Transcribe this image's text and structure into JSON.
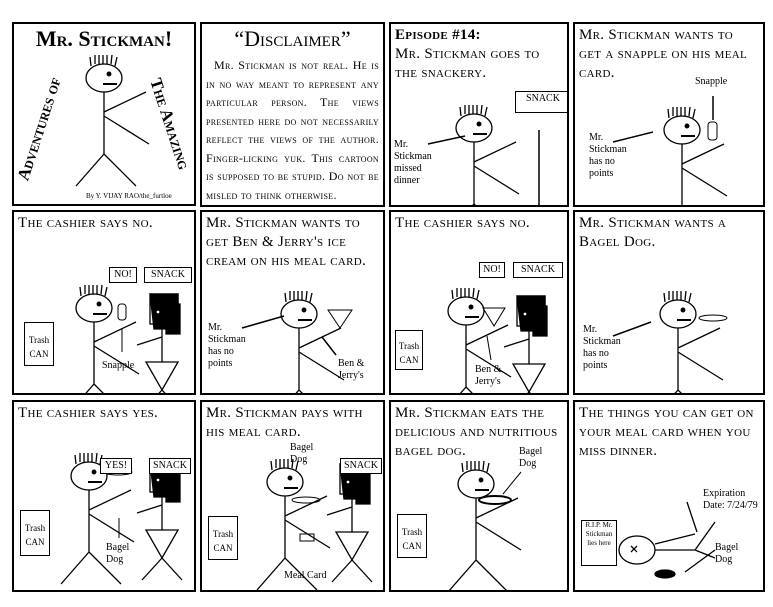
{
  "cover": {
    "title": "Mr. Stickman!",
    "left_vertical": "Adventures of",
    "right_vertical": "The Amazing",
    "byline": "By Y. VIJAY RAO/the_furtloe"
  },
  "disclaimer": {
    "title": "“Disclaimer”",
    "text": "Mr. Stickman is not real. He is in no way meant to represent any particular person. The views presented here do not necessarily reflect the views of the author. Finger-licking yuk. This cartoon is supposed to be stupid. Do not be misled to think otherwise."
  },
  "panels": [
    {
      "caption_a": "Episode #14:",
      "caption": "Mr. Stickman goes to the snackery.",
      "sign": "SNACK",
      "label": "Mr. Stickman missed dinner"
    },
    {
      "caption": "Mr. Stickman wants to get a snapple on his meal card.",
      "item": "Snapple",
      "label": "Mr. Stickman has no points"
    },
    {
      "caption": "The cashier says no.",
      "speech": "NO!",
      "sign": "SNACK",
      "trash": "Trash CAN",
      "item": "Snapple"
    },
    {
      "caption": "Mr. Stickman wants to get Ben & Jerry's ice cream on his meal card.",
      "label": "Mr. Stickman has no points",
      "item": "Ben & Jerry's"
    },
    {
      "caption": "The cashier says no.",
      "speech": "NO!",
      "sign": "SNACK",
      "trash": "Trash CAN",
      "item": "Ben & Jerry's"
    },
    {
      "caption": "Mr. Stickman wants a Bagel Dog.",
      "label": "Mr. Stickman has no points"
    },
    {
      "caption": "The cashier says yes.",
      "speech": "YES!",
      "sign": "SNACK",
      "trash": "Trash CAN",
      "item": "Bagel Dog"
    },
    {
      "caption": "Mr. Stickman pays with his meal card.",
      "item": "Bagel Dog",
      "sign": "SNACK",
      "trash": "Trash CAN",
      "card": "Meal Card"
    },
    {
      "caption": "Mr. Stickman eats the delicious and nutritious bagel dog.",
      "item": "Bagel Dog",
      "trash": "Trash CAN"
    },
    {
      "caption": "The things you can get on your meal card when you miss dinner.",
      "expiration": "Expiration Date: 7/24/79",
      "tomb": "R.I.P. Mr. Stickman lies here",
      "item": "Bagel Dog"
    }
  ]
}
